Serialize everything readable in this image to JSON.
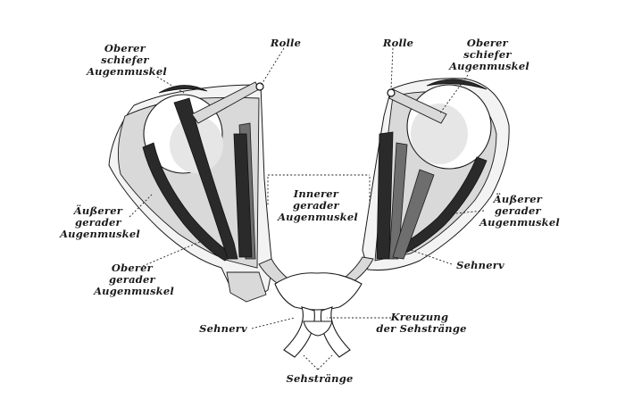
{
  "labels": {
    "left_superior_oblique": [
      "Oberer",
      "schiefer",
      "Augenmuskel"
    ],
    "left_trochlea": "Rolle",
    "right_trochlea": "Rolle",
    "right_superior_oblique": [
      "Oberer",
      "schiefer",
      "Augenmuskel"
    ],
    "left_lateral_rectus": [
      "Äußerer",
      "gerader",
      "Augenmuskel"
    ],
    "medial_rectus": [
      "Innerer",
      "gerader",
      "Augenmuskel"
    ],
    "right_lateral_rectus": [
      "Äußerer",
      "gerader",
      "Augenmuskel"
    ],
    "left_superior_rectus": [
      "Oberer",
      "gerader",
      "Augenmuskel"
    ],
    "right_optic_nerve": "Sehnerv",
    "left_optic_nerve": "Sehnerv",
    "chiasm": [
      "Kreuzung",
      "der Sehstränge"
    ],
    "optic_tracts": "Sehstränge"
  }
}
